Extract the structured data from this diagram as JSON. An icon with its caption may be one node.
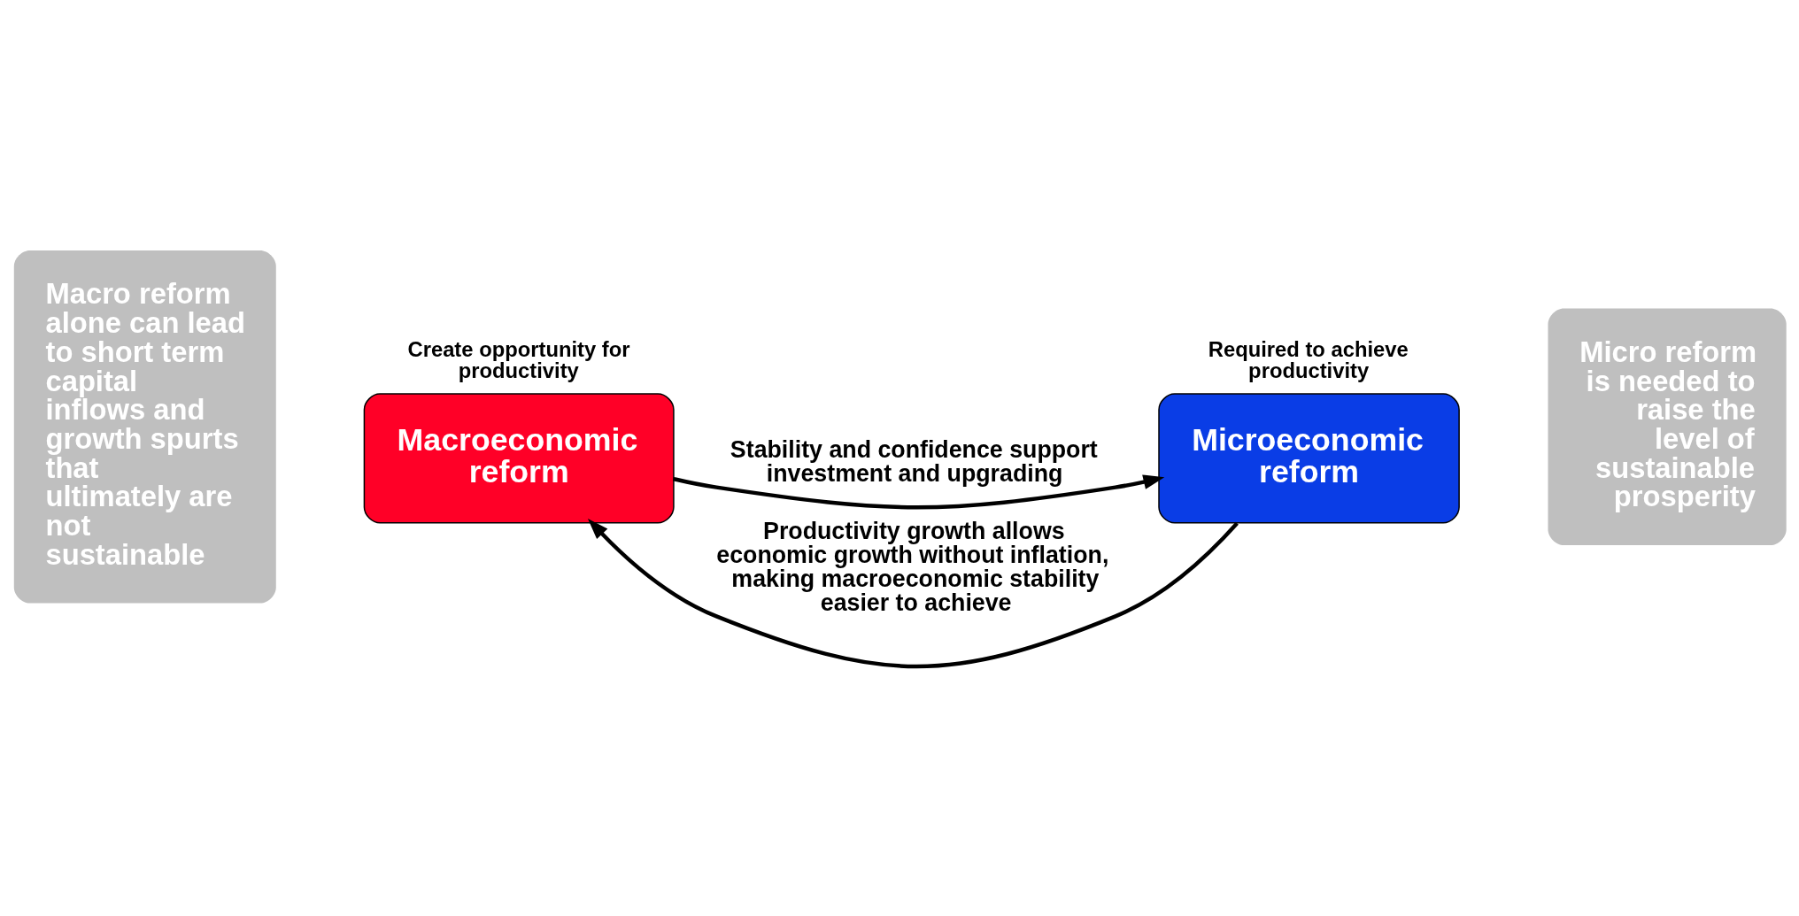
{
  "diagram": {
    "nodes": [
      {
        "text": [
          "Macro reform alone can lead to short term capital inflows and growth spurts that ultimately are not sustainable"
        ]
      },
      {
        "text": [
          "Macroeconomic reform"
        ],
        "beside": [
          "Create opportunity for productivity"
        ]
      },
      {
        "text": [
          "Microeconomic reform"
        ],
        "beside": [
          "Required to achieve productivity"
        ]
      },
      {
        "text": [
          "Micro reform is needed to raise the level of sustainable prosperity"
        ]
      }
    ],
    "edges": [
      {
        "from": 1,
        "to": 2,
        "arrow": "to",
        "label": "Stability and confidence support investment and upgrading"
      },
      {
        "from": 2,
        "to": 1,
        "arrow": "to",
        "label": "Productivity growth allows economic growth without inflation, making macroeconomic stability easier to achieve"
      }
    ]
  }
}
